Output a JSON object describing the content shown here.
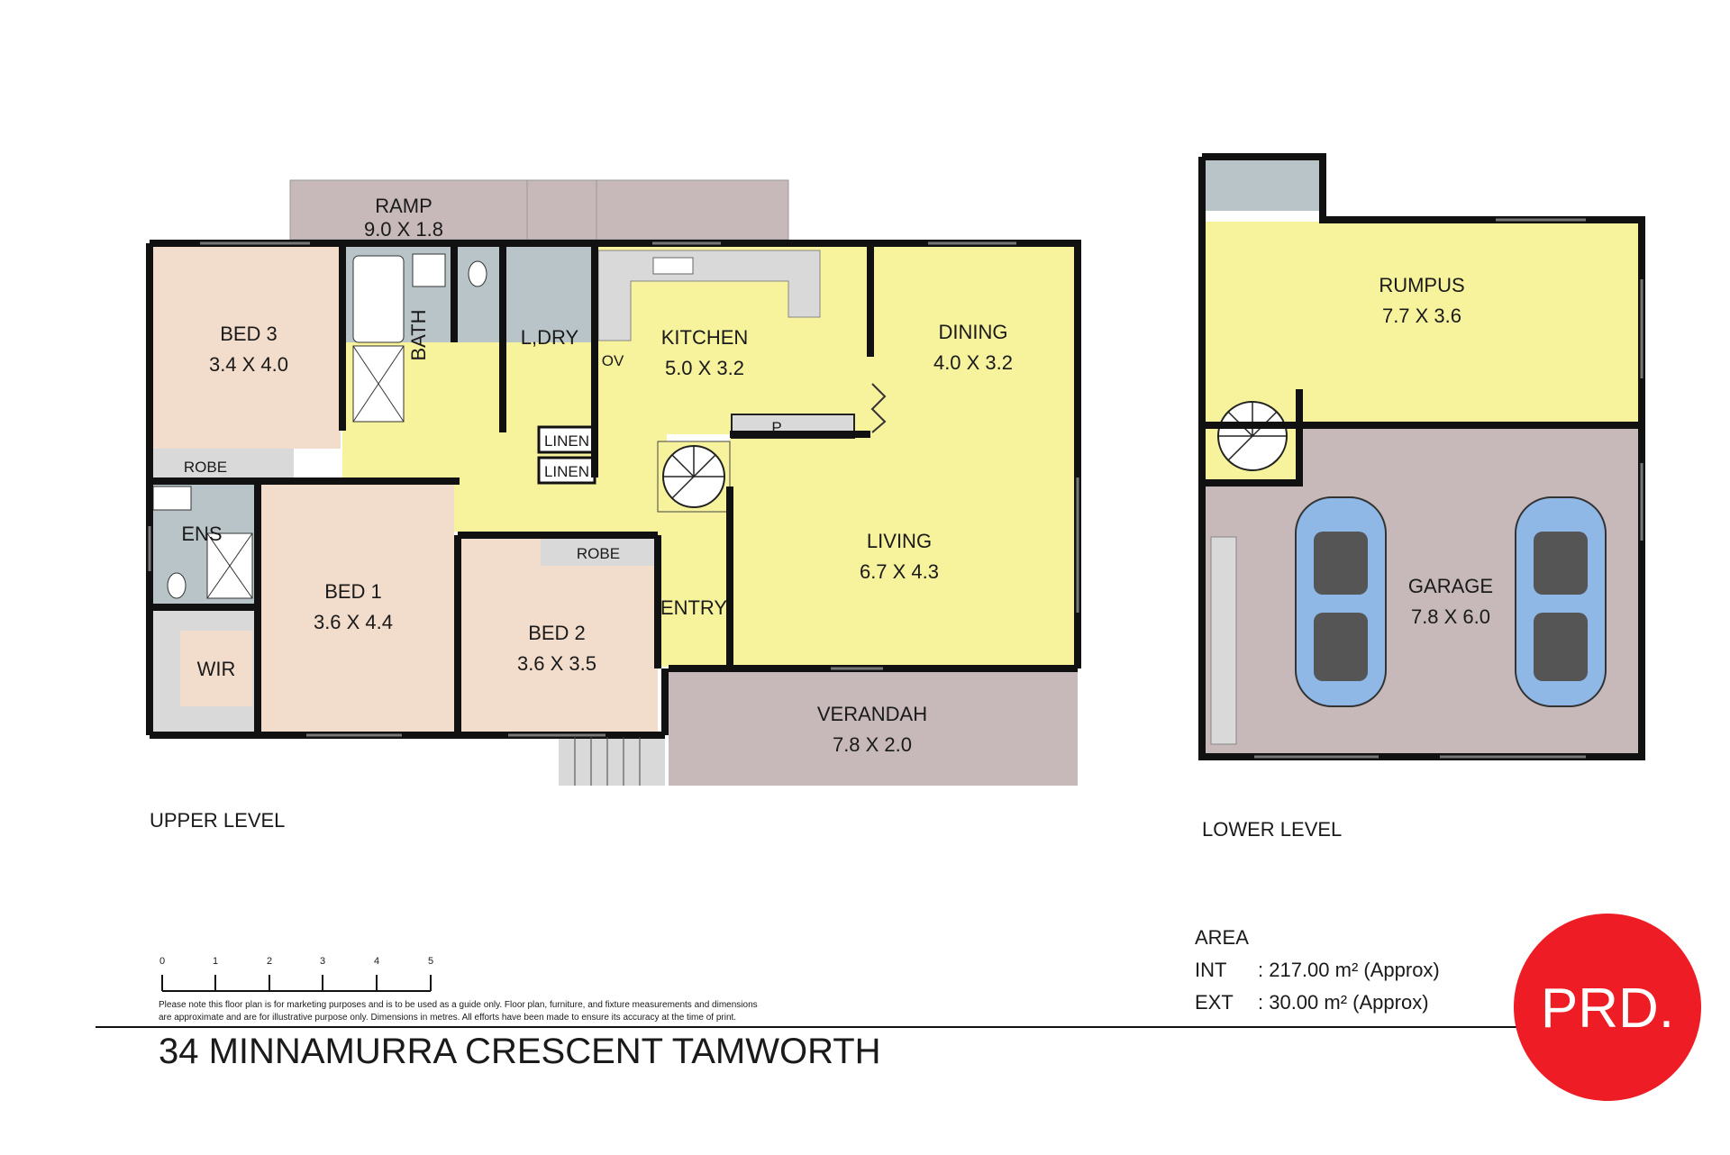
{
  "rooms": {
    "ramp": {
      "name": "RAMP",
      "dims": "9.0 X 1.8"
    },
    "bed3": {
      "name": "BED 3",
      "dims": "3.4 X 4.0"
    },
    "bath": {
      "name": "BATH"
    },
    "laundry": {
      "name": "L,DRY"
    },
    "kitchen": {
      "name": "KITCHEN",
      "dims": "5.0 X 3.2"
    },
    "oven": {
      "name": "OV"
    },
    "dining": {
      "name": "DINING",
      "dims": "4.0 X 3.2"
    },
    "pantry": {
      "name": "P"
    },
    "linen1": {
      "name": "LINEN"
    },
    "linen2": {
      "name": "LINEN"
    },
    "robe3": {
      "name": "ROBE"
    },
    "ens": {
      "name": "ENS"
    },
    "bed1": {
      "name": "BED 1",
      "dims": "3.6 X 4.4"
    },
    "wir": {
      "name": "WIR"
    },
    "robe2": {
      "name": "ROBE"
    },
    "bed2": {
      "name": "BED 2",
      "dims": "3.6 X 3.5"
    },
    "entry": {
      "name": "ENTRY"
    },
    "living": {
      "name": "LIVING",
      "dims": "6.7 X 4.3"
    },
    "verandah": {
      "name": "VERANDAH",
      "dims": "7.8 X 2.0"
    },
    "rumpus": {
      "name": "RUMPUS",
      "dims": "7.7 X 3.6"
    },
    "garage": {
      "name": "GARAGE",
      "dims": "7.8 X 6.0"
    }
  },
  "levels": {
    "upper": "UPPER LEVEL",
    "lower": "LOWER LEVEL"
  },
  "scale": {
    "ticks": [
      "0",
      "1",
      "2",
      "3",
      "4",
      "5"
    ]
  },
  "disclaimer": [
    "Please note this floor plan is for marketing purposes and is to be used as a guide only. Floor plan, furniture, and fixture measurements and dimensions",
    "are approximate and are for illustrative purpose only. Dimensions in metres. All efforts have been made to ensure its accuracy at the time of print."
  ],
  "address": "34 MINNAMURRA CRESCENT TAMWORTH",
  "area": {
    "heading": "AREA",
    "int_label": "INT",
    "int_value": ": 217.00 m² (Approx)",
    "ext_label": "EXT",
    "ext_value": ": 30.00 m² (Approx)"
  },
  "logo": {
    "text": "PRD."
  },
  "colors": {
    "yellow": "#f7f29c",
    "beige": "#f2dccb",
    "grey": "#c7b9b9",
    "wet": "#b9c4c8",
    "light": "#d9d9d9",
    "wall": "#111111",
    "car": "#8fb8e6",
    "logo_red": "#ee1c25"
  }
}
